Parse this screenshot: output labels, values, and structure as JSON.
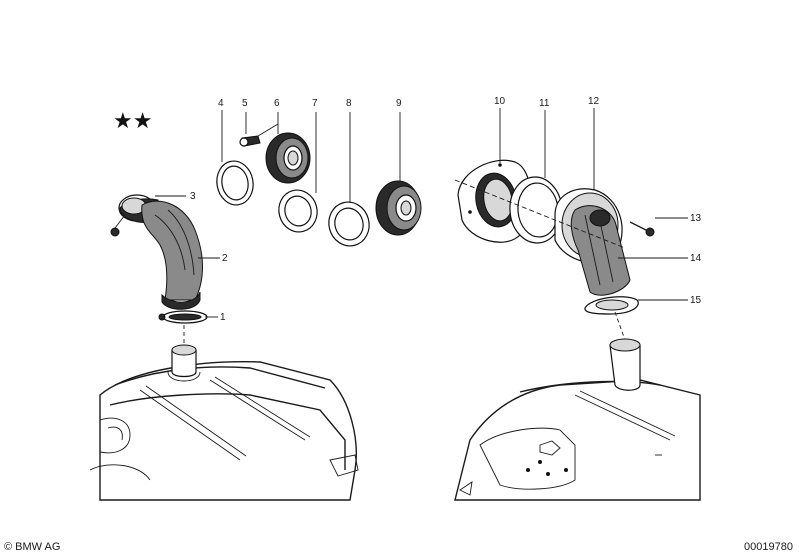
{
  "diagram": {
    "marking": "★★",
    "part_numbers": [
      "1",
      "2",
      "3",
      "4",
      "5",
      "6",
      "7",
      "8",
      "9",
      "10",
      "11",
      "12",
      "13",
      "14",
      "15"
    ]
  },
  "footer": {
    "copyright": "© BMW AG",
    "image_number": "00019780"
  }
}
